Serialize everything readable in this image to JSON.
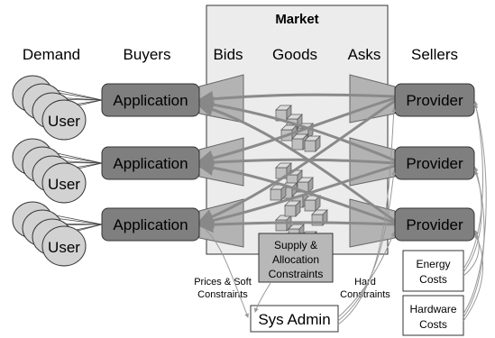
{
  "market": {
    "title": "Market",
    "columns": {
      "bids": "Bids",
      "goods": "Goods",
      "asks": "Asks"
    }
  },
  "headers": {
    "demand": "Demand",
    "buyers": "Buyers",
    "sellers": "Sellers"
  },
  "users": [
    {
      "label": "User"
    },
    {
      "label": "User"
    },
    {
      "label": "User"
    }
  ],
  "applications": [
    {
      "label": "Application"
    },
    {
      "label": "Application"
    },
    {
      "label": "Application"
    }
  ],
  "providers": [
    {
      "label": "Provider"
    },
    {
      "label": "Provider"
    },
    {
      "label": "Provider"
    }
  ],
  "constraints_box": {
    "line1": "Supply &",
    "line2": "Allocation",
    "line3": "Constraints"
  },
  "annotations": {
    "prices_soft": {
      "line1": "Prices & Soft",
      "line2": "Constraints"
    },
    "hard": {
      "line1": "Hard",
      "line2": "Constraints"
    }
  },
  "sys_admin": {
    "label": "Sys Admin"
  },
  "costs": {
    "energy": {
      "line1": "Energy",
      "line2": "Costs"
    },
    "hardware": {
      "line1": "Hardware",
      "line2": "Costs"
    }
  },
  "colors": {
    "market_bg": "#ececec",
    "box_fill": "#7f7f7f",
    "bid_ask_fill": "#b3b3b3",
    "cube_fill": "#c0c0c0",
    "arrow": "#8a8a8a",
    "user_fill": "#d2d2d2",
    "constraint_fill": "#b8b8b8",
    "note_bg": "#ffffff"
  }
}
